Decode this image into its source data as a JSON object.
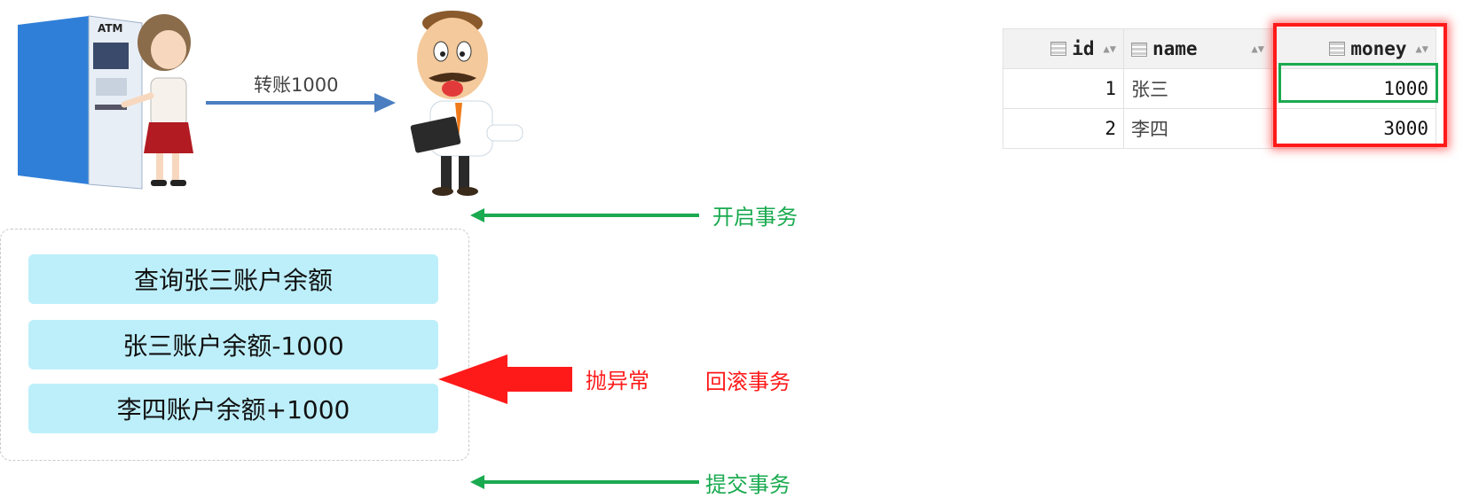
{
  "transfer": {
    "label": "转账1000",
    "atm_text": "ATM"
  },
  "steps": [
    {
      "text": "查询张三账户余额"
    },
    {
      "text": "张三账户余额-1000"
    },
    {
      "text": "李四账户余额+1000"
    }
  ],
  "events": {
    "begin": "开启事务",
    "exception": "抛异常",
    "rollback": "回滚事务",
    "commit": "提交事务"
  },
  "table": {
    "columns": [
      "id",
      "name",
      "money"
    ],
    "rows": [
      {
        "id": "1",
        "name": "张三",
        "money": "1000"
      },
      {
        "id": "2",
        "name": "李四",
        "money": "3000"
      }
    ]
  },
  "colors": {
    "green": "#1aaa50",
    "red": "#ff1a1a",
    "step_fill": "#bdeffa",
    "transfer_arrow": "#4a7ec0"
  }
}
